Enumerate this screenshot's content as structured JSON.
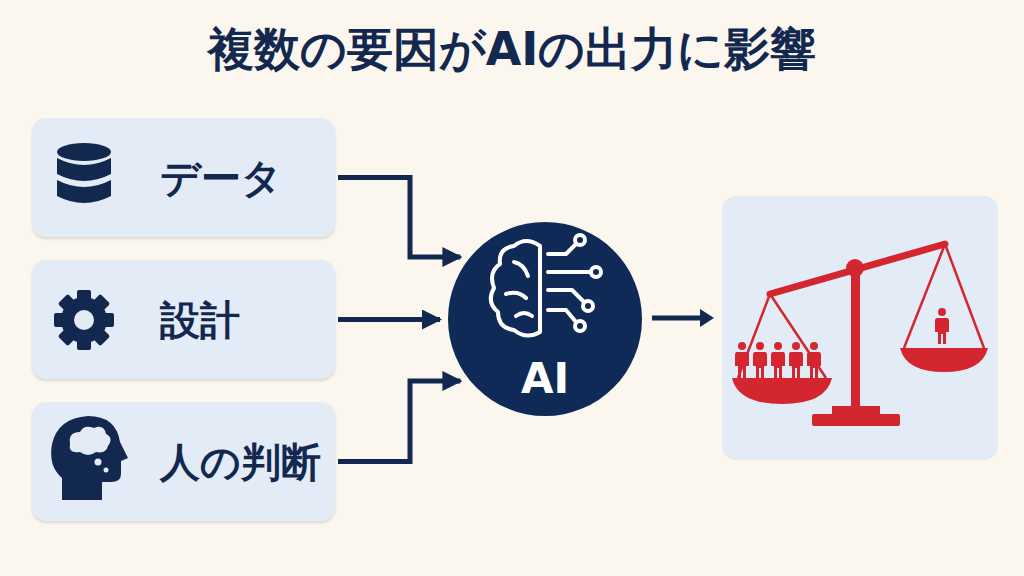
{
  "diagram": {
    "title": "複数の要因がAIの出力に影響",
    "nodes": [
      {
        "text": [
          "データ"
        ]
      },
      {
        "text": [
          "設計"
        ]
      },
      {
        "text": [
          "人の判断"
        ]
      },
      {
        "text": [
          "AI"
        ]
      }
    ],
    "edges": [
      {
        "from": 0,
        "to": 3,
        "arrow": "to"
      },
      {
        "from": 1,
        "to": 3,
        "arrow": "to"
      },
      {
        "from": 2,
        "to": 3,
        "arrow": "to"
      }
    ]
  }
}
